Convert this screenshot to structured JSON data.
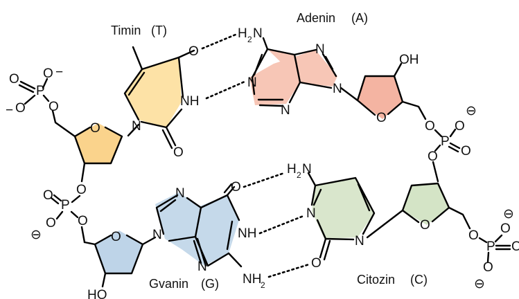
{
  "bases": {
    "thymine": {
      "name": "Timin",
      "code": "(T)",
      "color": "#fde2a6"
    },
    "adenine": {
      "name": "Adenin",
      "code": "(A)",
      "color": "#f7c6b6"
    },
    "guanine": {
      "name": "Gvanin",
      "code": "(G)",
      "color": "#c5d9ea"
    },
    "cytosine": {
      "name": "Citozin",
      "code": "(C)",
      "color": "#d9e6cc"
    }
  },
  "sugars": {
    "top_left_color": "#fad38c",
    "top_right_color": "#f4b4a2",
    "bottom_left_color": "#bed4e8",
    "bottom_right_color": "#d4e4c6"
  },
  "atoms": {
    "O": "O",
    "N": "N",
    "P": "P",
    "H": "H",
    "NH": "NH",
    "OH": "OH",
    "HO": "HO",
    "minus": "−",
    "charge": "⊖",
    "amine_prefix": "H",
    "amine_sub": "2",
    "amine_suffix": "N"
  }
}
